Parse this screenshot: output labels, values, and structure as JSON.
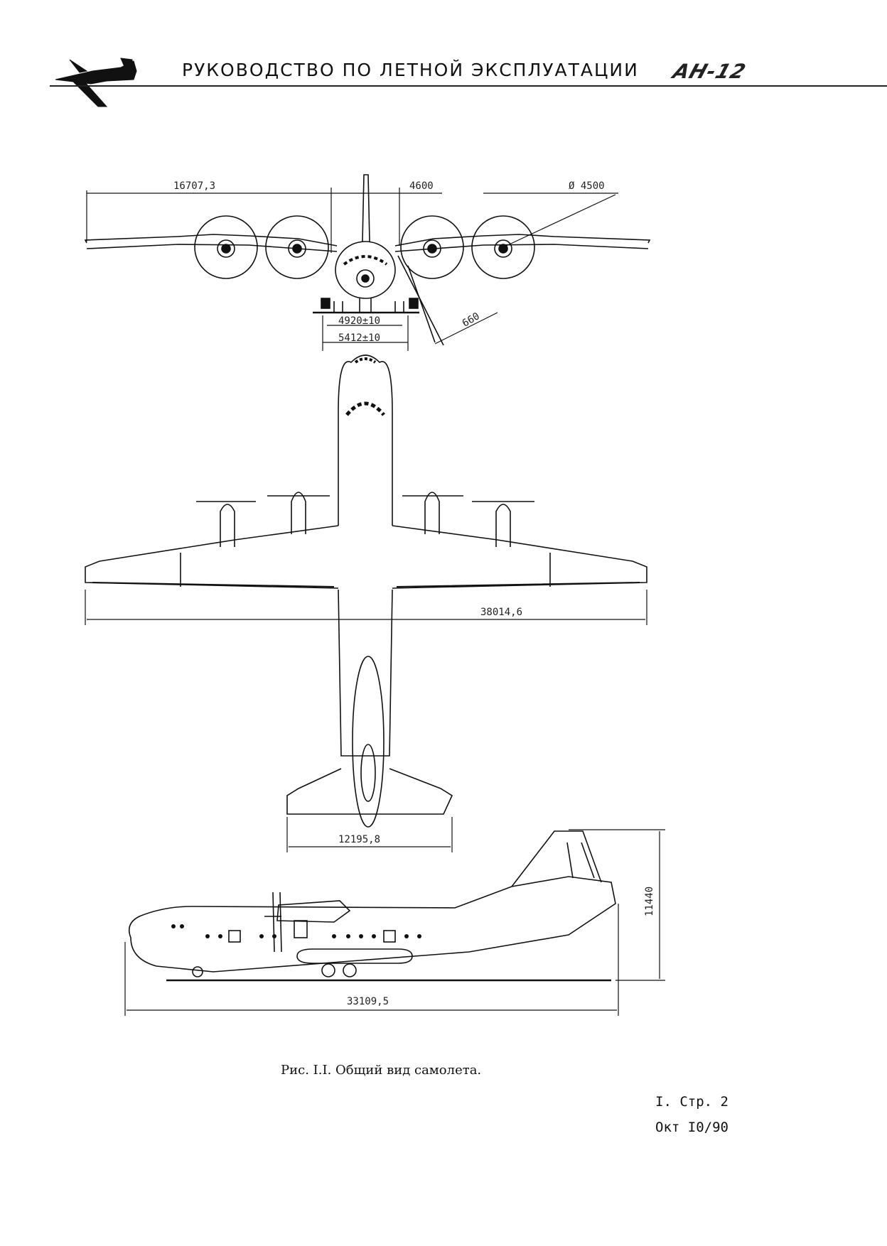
{
  "header": {
    "title": "РУКОВОДСТВО ПО ЛЕТНОЙ ЭКСПЛУАТАЦИИ",
    "brand": "АН-12"
  },
  "dimensions": {
    "half_span": "16707,3",
    "gauge_offset": "4600",
    "prop_diameter": "Ø 4500",
    "main_gear_track": "4920±10",
    "main_gear_outer": "5412±10",
    "prop_clearance": "660",
    "wingspan": "38014,6",
    "stabilizer_span": "12195,8",
    "height": "11440",
    "length": "33109,5"
  },
  "caption": "Рис. I.I. Общий вид самолета.",
  "footer": {
    "page": "I. Стр. 2",
    "date": "Окт I0/90"
  }
}
